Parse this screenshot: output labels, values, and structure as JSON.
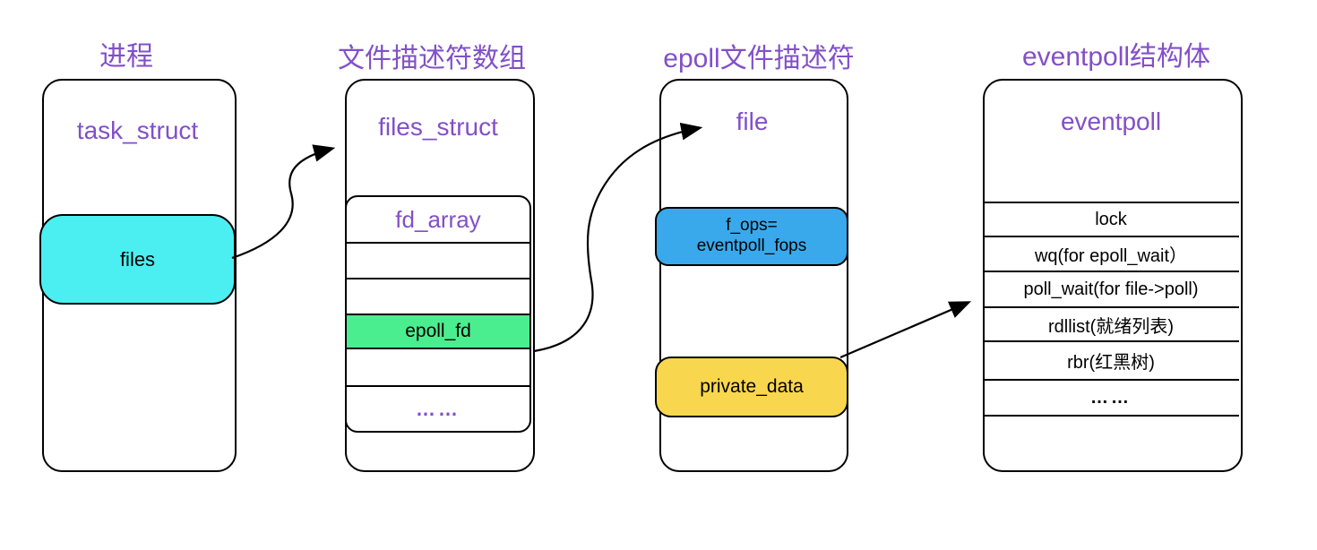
{
  "colors": {
    "purple": "#8250C8",
    "cyan": "#4BEFF2",
    "green": "#4BEE8F",
    "blue": "#39A9EC",
    "yellow": "#F8D74E",
    "line": "#000000",
    "background": "#ffffff"
  },
  "process_col": {
    "title": "进程",
    "struct_name": "task_struct",
    "files_field": "files"
  },
  "fdarray_col": {
    "title": "文件描述符数组",
    "struct_name": "files_struct",
    "table_header": "fd_array",
    "epoll_fd_row": "epoll_fd",
    "ellipsis_row": "……"
  },
  "file_col": {
    "title": "epoll文件描述符",
    "struct_name": "file",
    "fops_line1": "f_ops=",
    "fops_line2": "eventpoll_fops",
    "private_data_field": "private_data"
  },
  "eventpoll_col": {
    "title": "eventpoll结构体",
    "struct_name": "eventpoll",
    "rows": [
      "lock",
      "wq(for epoll_wait）",
      "poll_wait(for file->poll)",
      "rdllist(就绪列表)",
      "rbr(红黑树)",
      "……"
    ]
  },
  "arrows": [
    {
      "from": "files",
      "to": "files_struct"
    },
    {
      "from": "epoll_fd",
      "to": "file"
    },
    {
      "from": "private_data",
      "to": "eventpoll poll_wait"
    }
  ]
}
